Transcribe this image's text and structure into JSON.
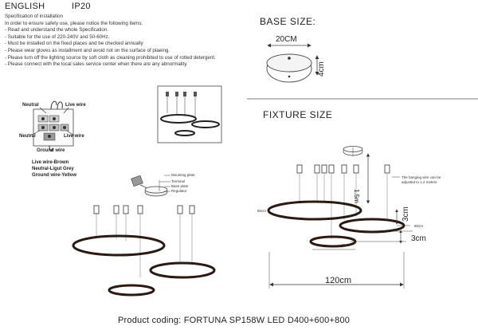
{
  "header": {
    "language": "ENGLISH",
    "ip_rating": "IP20"
  },
  "specification": {
    "title": "Specification of installation",
    "lines": [
      "In order to ensure safety use, please notice the following items:",
      "- Read and understand the whole Specification.",
      "- Suitable for the use of 220-240V and 50-60Hz.",
      "- Must be installed on the fixed places and be checked annually",
      "- Please wear gloves as installment and avoid not on the surface of plaeing.",
      "- Please turn off the lighting source by soft cloth as cleaning prohibited to use of rotted detergent.",
      "- Please connect with the local sales service center when there are any abnormality."
    ]
  },
  "base_size": {
    "title": "BASE SIZE:",
    "width": "20CM",
    "height": "4cm"
  },
  "fixture_size": {
    "title": "FIXTURE SIZE",
    "wire_length": "1.5m",
    "ring_large": "60cm",
    "ring_mid": "80cm",
    "ring_small": "40cm",
    "gap_upper": "3cm",
    "gap_lower": "3cm",
    "total_width": "120cm",
    "note": "The hanging wire can be adjusted to 1.2 meters"
  },
  "wiring": {
    "neutral_top": "Neutral",
    "live_top": "Live wire",
    "neutral_bottom": "Neutral",
    "live_bottom": "Live wire",
    "ground": "Ground wire",
    "legend": [
      "Live wire-Brown",
      "Neutral-Ligut Grey",
      "Ground wire-Yellow"
    ]
  },
  "mount_labels": {
    "mounting_plate": "Mounting plate",
    "terminal": "Terminal",
    "base_plate": "Base plate",
    "regulator": "Regulator"
  },
  "footer": {
    "product_coding": "Product coding: FORTUNA SP158W LED D400+600+800"
  }
}
